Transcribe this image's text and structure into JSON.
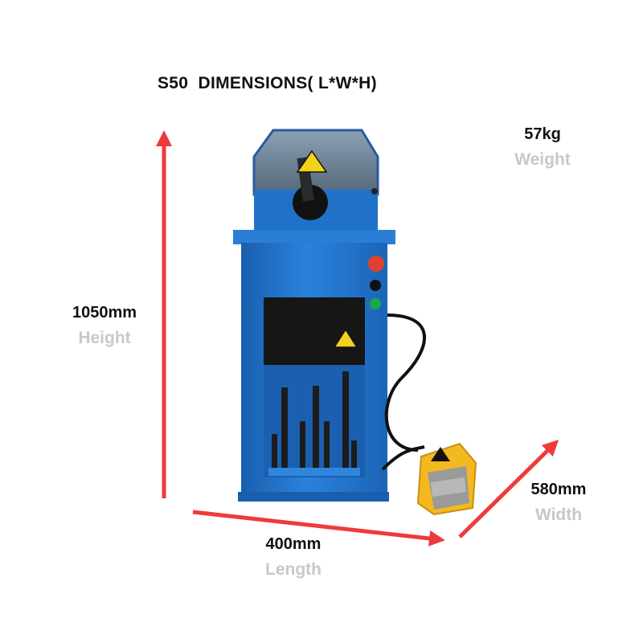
{
  "title": "S50  DIMENSIONS( L*W*H)",
  "dimensions": {
    "height": {
      "value": "1050mm",
      "label": "Height"
    },
    "weight": {
      "value": "57kg",
      "label": "Weight"
    },
    "width": {
      "value": "580mm",
      "label": "Width"
    },
    "length": {
      "value": "400mm",
      "label": "Length"
    }
  },
  "colors": {
    "arrow": "#f03a3a",
    "machine_blue": "#1f72c8",
    "pedal_yellow": "#f4b820",
    "dimension_label": "#c8c8c8"
  }
}
